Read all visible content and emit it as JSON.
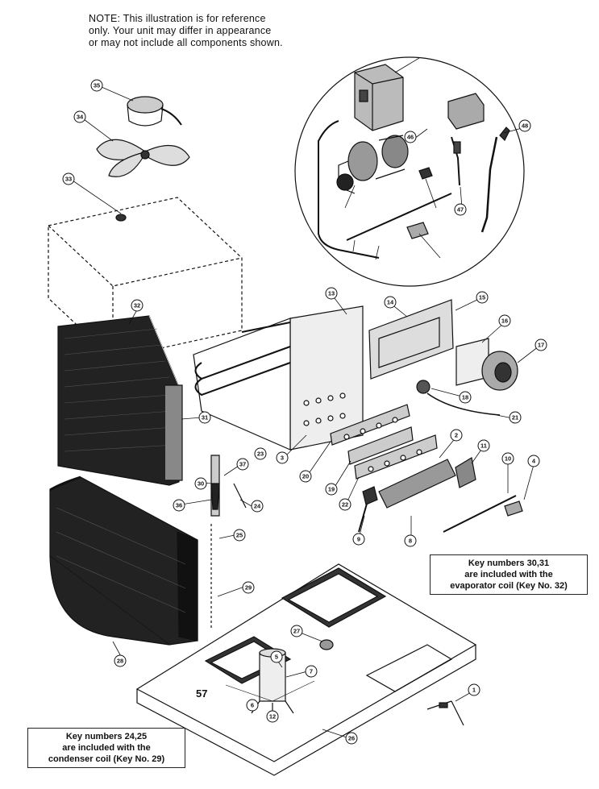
{
  "note": {
    "lines": [
      "NOTE:      This illustration is for reference",
      "only.    Your unit may differ in appearance",
      "or may not include all components shown."
    ]
  },
  "key_box_evaporator": {
    "lines": [
      "Key numbers 30,31",
      "are included with the",
      "evaporator coil (Key No. 32)"
    ]
  },
  "key_box_condenser": {
    "lines": [
      "Key numbers 24,25",
      "are included with the",
      "condenser coil (Key No. 29)"
    ]
  },
  "part_57_label": "57",
  "callouts": [
    "35",
    "34",
    "33",
    "32",
    "31",
    "30",
    "36",
    "37",
    "24",
    "25",
    "29",
    "28",
    "27",
    "26",
    "1",
    "7",
    "5",
    "6",
    "12",
    "13",
    "14",
    "15",
    "16",
    "17",
    "18",
    "21",
    "20",
    "19",
    "22",
    "23",
    "3",
    "2",
    "11",
    "10",
    "4",
    "8",
    "9",
    "46",
    "47",
    "48"
  ]
}
